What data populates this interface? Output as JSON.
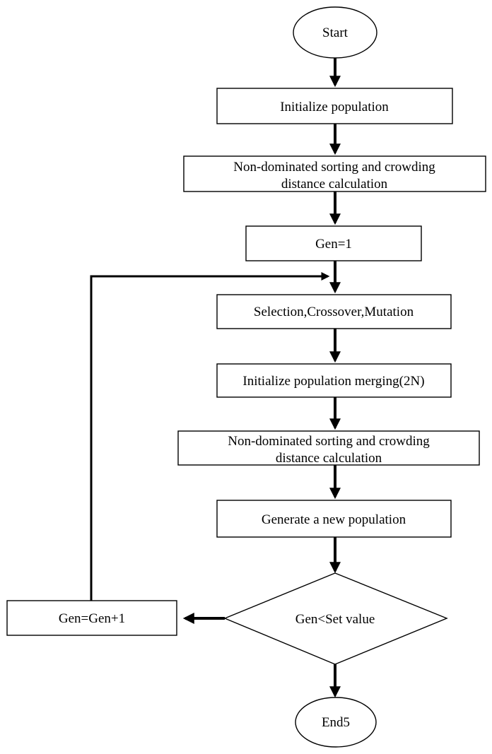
{
  "flowchart": {
    "start": "Start",
    "initialize": "Initialize population",
    "sorting_1_line1": "Non-dominated sorting and crowding",
    "sorting_1_line2": "distance calculation",
    "gen_init": "Gen=1",
    "selection": "Selection,Crossover,Mutation",
    "merging": "Initialize population merging(2N)",
    "sorting_2_line1": "Non-dominated sorting and crowding",
    "sorting_2_line2": "distance calculation",
    "generate": "Generate a new population",
    "decision": "Gen<Set value",
    "increment": "Gen=Gen+1",
    "end": "End5"
  },
  "colors": {
    "stroke": "#000000",
    "fill": "#ffffff"
  }
}
